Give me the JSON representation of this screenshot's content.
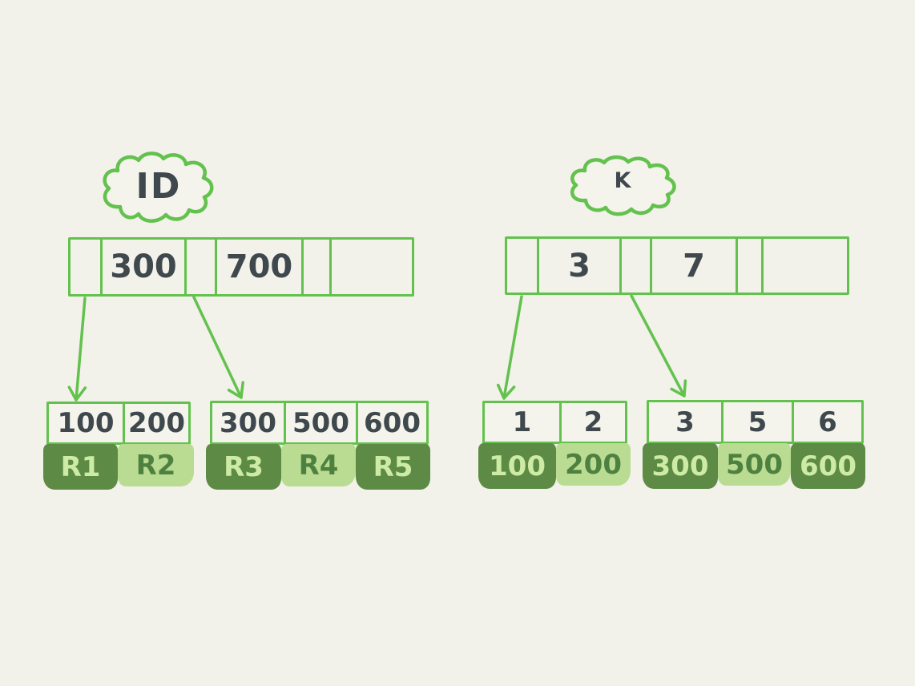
{
  "palette": {
    "background": "#f2f1ea",
    "stroke_green": "#63c24e",
    "record_dark_green": "#5d8b45",
    "record_light_green": "#badc92",
    "ink_dark": "#3e484d",
    "text_on_dark": "#cdeba5",
    "text_on_light": "#4e8140"
  },
  "left_index": {
    "cloud_label": "ID",
    "root": {
      "key1": "300",
      "key2": "700"
    },
    "leaf1": {
      "keys": [
        "100",
        "200"
      ],
      "records": [
        {
          "label": "R1",
          "tone": "dark"
        },
        {
          "label": "R2",
          "tone": "light"
        }
      ]
    },
    "leaf2": {
      "keys": [
        "300",
        "500",
        "600"
      ],
      "records": [
        {
          "label": "R3",
          "tone": "dark"
        },
        {
          "label": "R4",
          "tone": "light"
        },
        {
          "label": "R5",
          "tone": "dark"
        }
      ]
    }
  },
  "right_index": {
    "cloud_label": "K",
    "root": {
      "key1": "3",
      "key2": "7"
    },
    "leaf1": {
      "keys": [
        "1",
        "2"
      ],
      "records": [
        {
          "label": "100",
          "tone": "dark"
        },
        {
          "label": "200",
          "tone": "light"
        }
      ]
    },
    "leaf2": {
      "keys": [
        "3",
        "5",
        "6"
      ],
      "records": [
        {
          "label": "300",
          "tone": "dark"
        },
        {
          "label": "500",
          "tone": "light"
        },
        {
          "label": "600",
          "tone": "dark"
        }
      ]
    }
  }
}
